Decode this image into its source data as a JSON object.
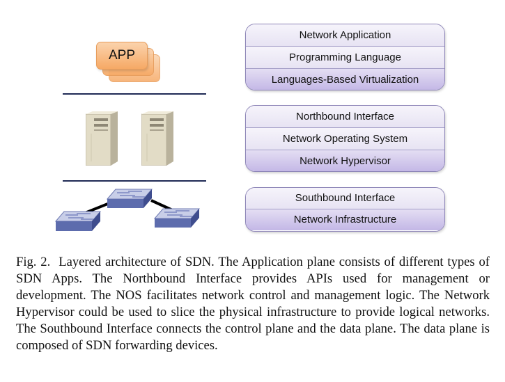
{
  "left": {
    "app_label": "APP"
  },
  "stacks": [
    {
      "layers": [
        "Network Application",
        "Programming Language",
        "Languages-Based Virtualization"
      ]
    },
    {
      "layers": [
        "Northbound Interface",
        "Network Operating System",
        "Network Hypervisor"
      ]
    },
    {
      "layers": [
        "Southbound Interface",
        "Network Infrastructure"
      ]
    }
  ],
  "caption": {
    "label": "Fig. 2.",
    "text": "Layered architecture of SDN. The Application plane consists of different types of SDN Apps. The Northbound Interface provides APIs used for management or development. The NOS facilitates network control and management logic. The Network Hypervisor could be used to slice the physical infrastructure to provide logical networks. The Southbound Interface connects the control plane and the data plane. The data plane is composed of SDN forwarding devices."
  }
}
